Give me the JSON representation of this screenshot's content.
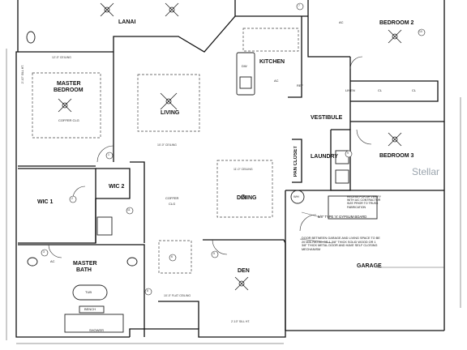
{
  "rooms": {
    "lanai": "LANAI",
    "master_bedroom_line1": "MASTER",
    "master_bedroom_line2": "BEDROOM",
    "living": "LIVING",
    "kitchen": "KITCHEN",
    "bedroom2": "BEDROOM 2",
    "bedroom3": "BEDROOM 3",
    "vestibule": "VESTIBULE",
    "laundry": "LAUNDRY",
    "pan_closet": "PAN CLOSET",
    "dining": "DINING",
    "wic1": "WIC 1",
    "wic2": "WIC 2",
    "master_bath_line1": "MASTER",
    "master_bath_line2": "BATH",
    "den": "DEN",
    "garage": "GARAGE"
  },
  "labels": {
    "coffer_clg_line1": "COFFER",
    "coffer_clg_line2": "CLG",
    "coffer_clg_mb": "COFFER CLG",
    "ceiling_10": "10'-0\" CEILING",
    "ceiling_11": "11'-0\" CEILING",
    "ceiling_12": "12'-0\" CEILING",
    "flat_ceiling": "10'-0\" FLAT CEILING",
    "sill_ht_1": "2'-10\" SILL HT.",
    "sill_ht_2": "2'-10\" SILL HT.",
    "tub": "TUB",
    "bench": "BENCH",
    "shower": "SHOWER",
    "ac": "AC",
    "wh": "WH",
    "dw": "DW",
    "cl": "CL",
    "ref": "REF",
    "linen": "LINEN",
    "gypsum": "5/8\" TYPE 'X' GYPSUM BOARD",
    "verify_note": "RECESS FOR AH VERIFY WITH A/C CONTRACTOR SIZE PRIOR TO TRUSS FABRICATION",
    "garage_door_note": "DOOR BETWEEN GARAGE AND LIVING SPACE TO BE 20 MIN RATED OR 1 3/8\" THICK SOLID WOOD OR 1 3/8\" THICK METAL DOOR AND HAVE SELF CLOSING MECHANISM",
    "watermark": "Stellar"
  },
  "markers": [
    "1",
    "2",
    "3",
    "5",
    "6",
    "7",
    "8",
    "9",
    "10",
    "11"
  ]
}
